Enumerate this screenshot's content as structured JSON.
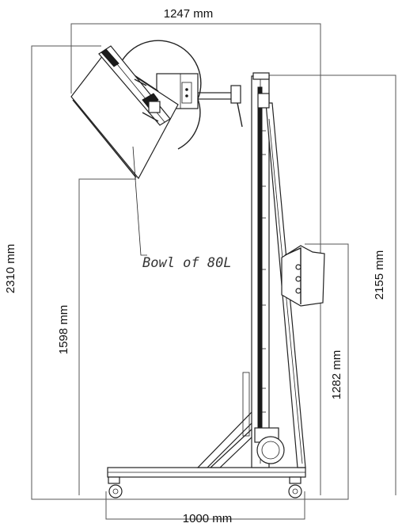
{
  "dimensions": {
    "total_width": "1247 mm",
    "total_height": "2310 mm",
    "bowl_bottom_height": "1598 mm",
    "column_height": "2155 mm",
    "control_box_height": "1282 mm",
    "base_width": "1000 mm"
  },
  "callouts": {
    "bowl": "Bowl of 80L"
  },
  "colors": {
    "lines": "#222222",
    "dimension_lines": "#555555",
    "background": "#ffffff"
  }
}
